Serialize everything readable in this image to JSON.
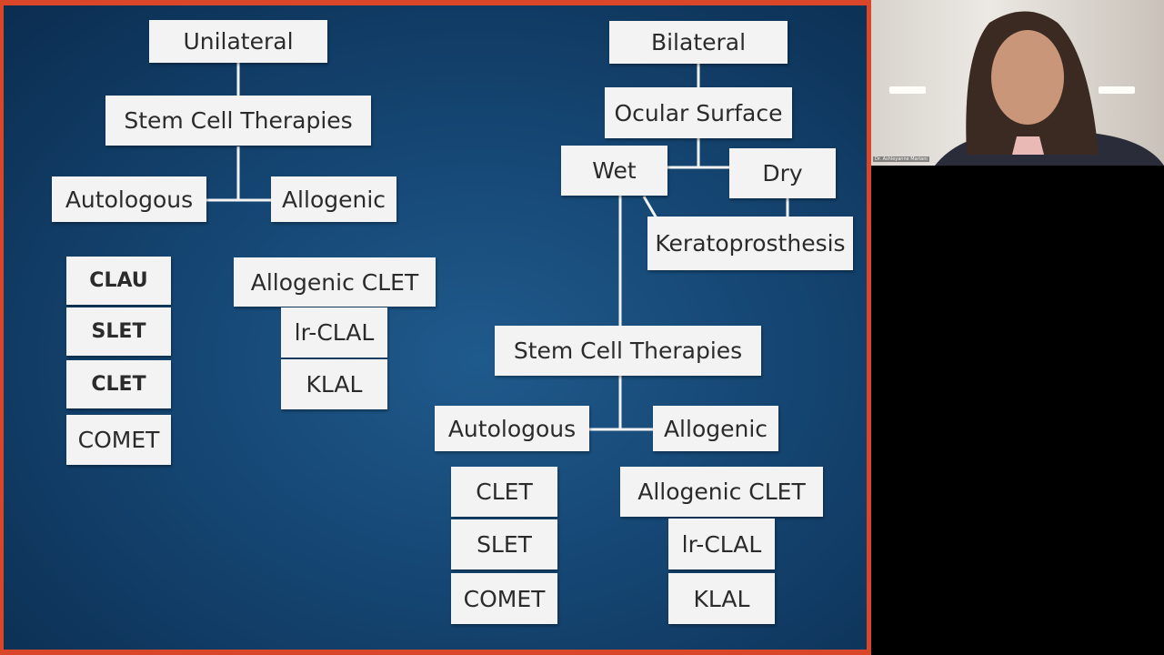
{
  "diagram": {
    "unilateral": {
      "root": "Unilateral",
      "therapies": "Stem Cell Therapies",
      "autologous": "Autologous",
      "allogenic": "Allogenic",
      "autologous_items": [
        "CLAU",
        "SLET",
        "CLET",
        "COMET"
      ],
      "allogenic_items": [
        "Allogenic CLET",
        "lr-CLAL",
        "KLAL"
      ]
    },
    "bilateral": {
      "root": "Bilateral",
      "ocular_surface": "Ocular Surface",
      "wet": "Wet",
      "dry": "Dry",
      "keratoprosthesis": "Keratoprosthesis",
      "therapies": "Stem Cell Therapies",
      "autologous": "Autologous",
      "allogenic": "Allogenic",
      "autologous_items": [
        "CLET",
        "SLET",
        "COMET"
      ],
      "allogenic_items": [
        "Allogenic CLET",
        "lr-CLAL",
        "KLAL"
      ]
    }
  },
  "webcam": {
    "participant_name": "Dr. Ashleyanne Mariani"
  }
}
